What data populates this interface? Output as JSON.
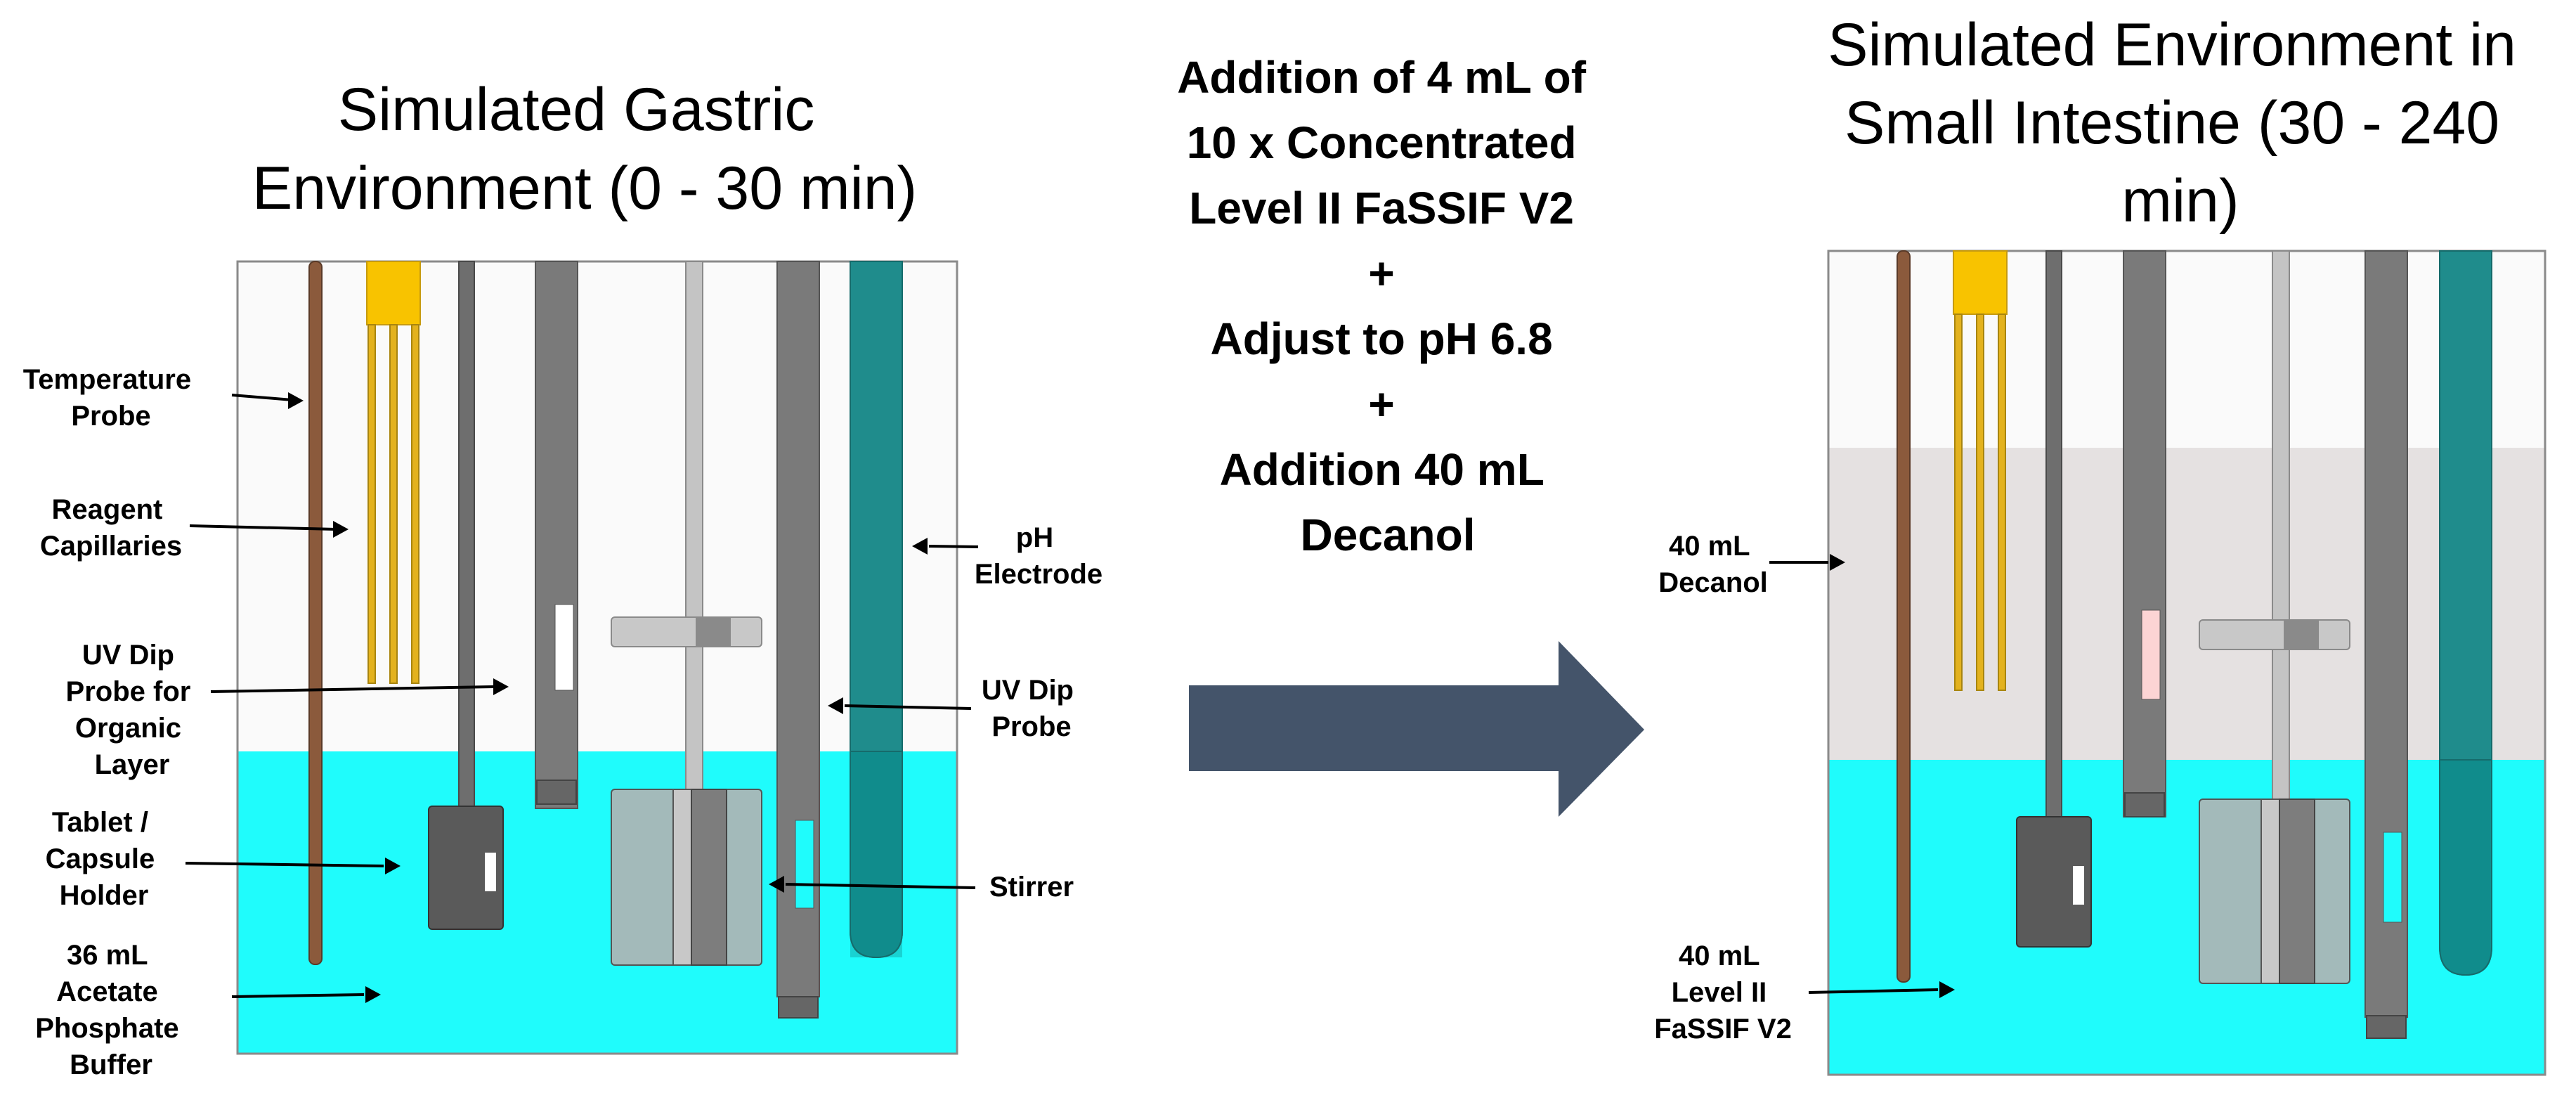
{
  "left_panel": {
    "title_lines": [
      "Simulated Gastric",
      "Environment (0 - 30 min)"
    ],
    "labels": {
      "temperature_probe": [
        "Temperature",
        "Probe"
      ],
      "reagent_capillaries": [
        "Reagent",
        "Capillaries"
      ],
      "uv_dip_probe_organic": [
        "UV Dip",
        "Probe for",
        "Organic",
        "Layer"
      ],
      "tablet_capsule_holder": [
        "Tablet /",
        "Capsule",
        "Holder"
      ],
      "buffer": [
        "36 mL",
        "Acetate",
        "Phosphate",
        "Buffer"
      ],
      "ph_electrode": [
        "pH",
        "Electrode"
      ],
      "uv_dip_probe": [
        "UV Dip",
        "Probe"
      ],
      "stirrer": [
        "Stirrer"
      ]
    }
  },
  "process_steps": {
    "lines": [
      "Addition of 4 mL of",
      "10 x Concentrated",
      "Level II FaSSIF V2",
      "+",
      "Adjust to pH 6.8",
      "+",
      "Addition 40 mL",
      "Decanol"
    ]
  },
  "right_panel": {
    "title_lines": [
      "Simulated Environment in",
      "Small Intestine (30 - 240",
      "min)"
    ],
    "labels": {
      "decanol": [
        "40 mL",
        "Decanol"
      ],
      "fassif": [
        "40 mL",
        "Level II",
        "FaSSIF V2"
      ]
    }
  },
  "colors": {
    "aqueous_layer": "#1ffcfc",
    "organic_layer": "#e5e1e1",
    "air_space": "#fafafa",
    "temperature_probe": "#8b5a3c",
    "capillaries": "#f2c012",
    "ph_electrode": "#1f8c8c",
    "probe_gray": "#7a7a7a",
    "arrow": "#44546a"
  }
}
